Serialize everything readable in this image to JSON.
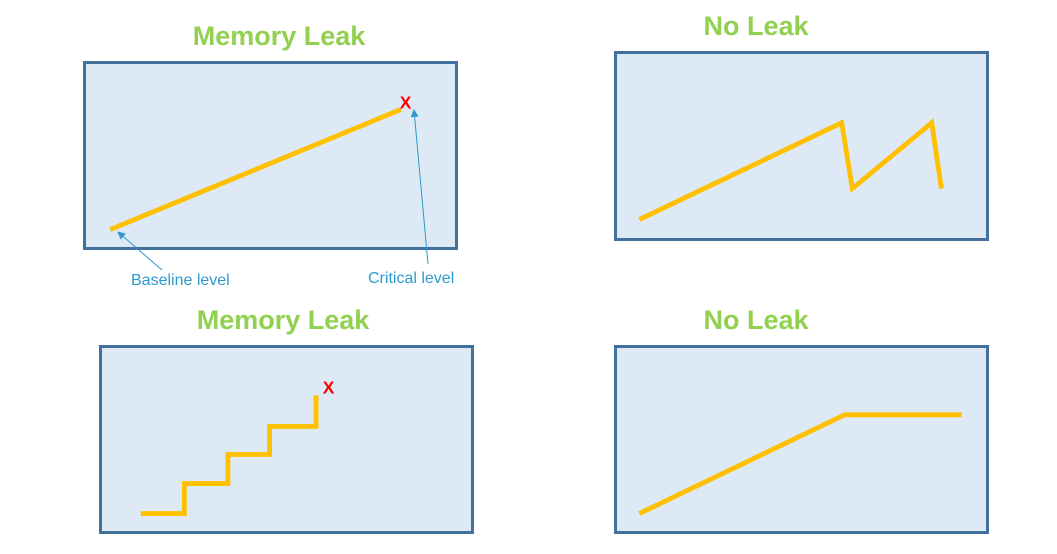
{
  "colors": {
    "title": "#92d050",
    "panel_fill": "#dde9f5",
    "panel_border": "#41719c",
    "line": "#ffc000",
    "marker": "#ff0000",
    "annotation": "#2e9ad0"
  },
  "panels": [
    {
      "title": "Memory Leak",
      "pattern": "steady-linear-growth",
      "marker": "X"
    },
    {
      "title": "No Leak",
      "pattern": "growth-then-release",
      "marker": ""
    },
    {
      "title": "Memory Leak",
      "pattern": "stepwise-growth",
      "marker": "X"
    },
    {
      "title": "No Leak",
      "pattern": "growth-then-plateau",
      "marker": ""
    }
  ],
  "annotations": {
    "baseline": "Baseline level",
    "critical": "Critical level"
  }
}
